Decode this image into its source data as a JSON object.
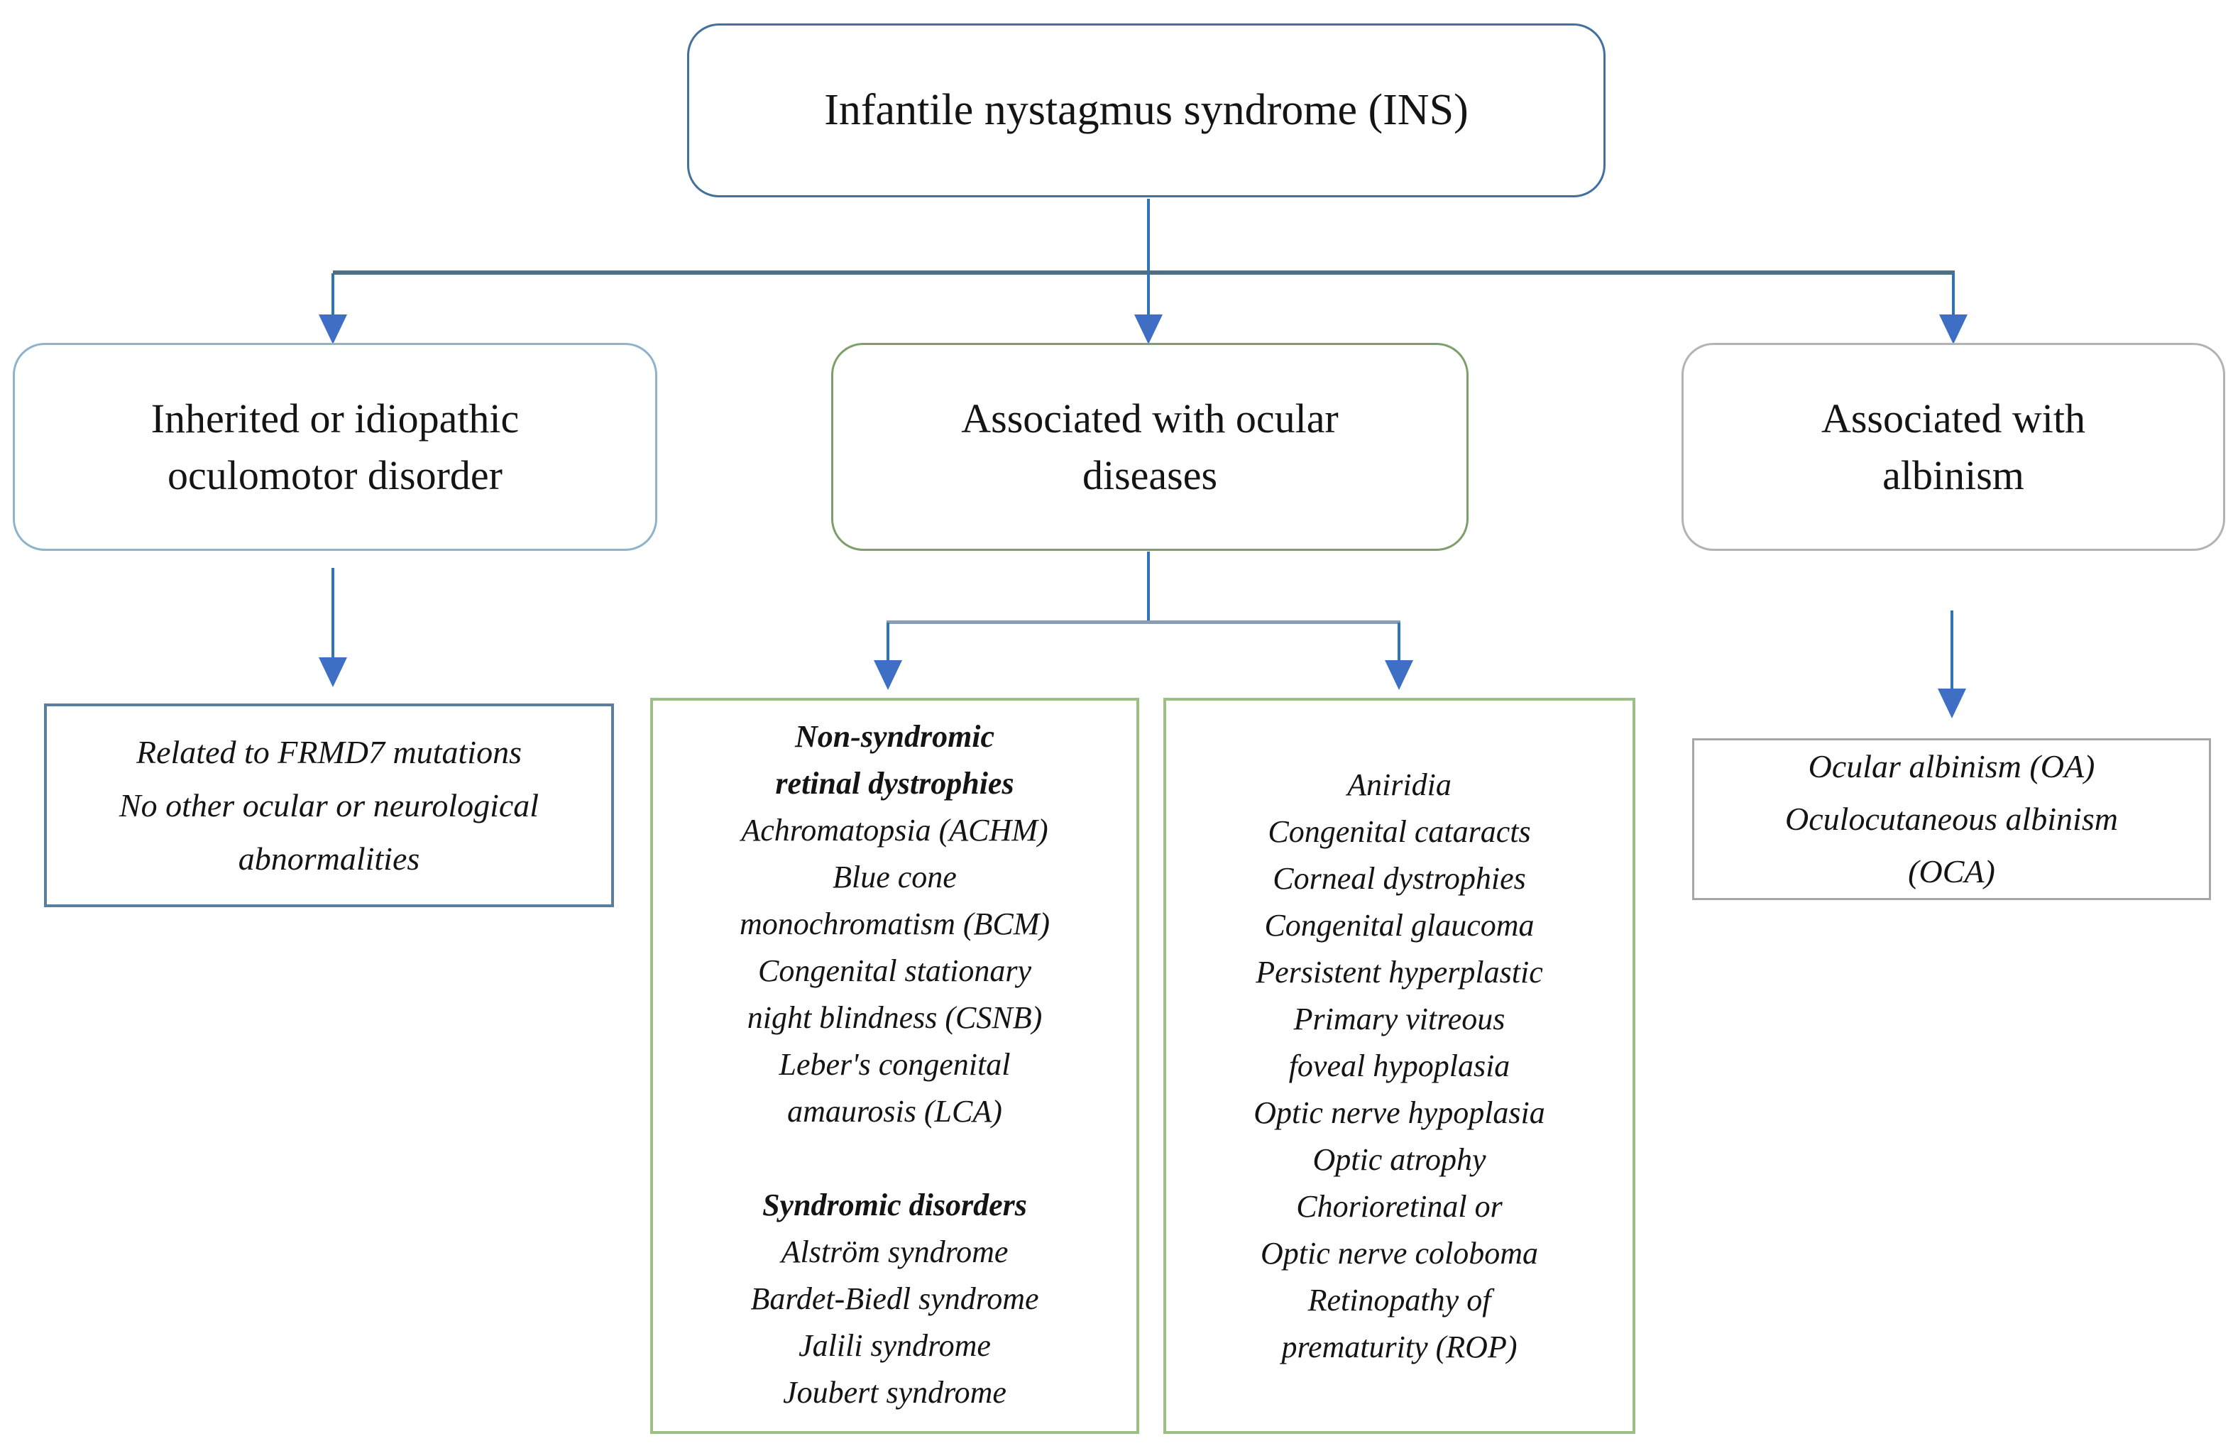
{
  "figure_title": "Infantile nystagmus syndrome (INS) flowchart",
  "title_box": {
    "label": "Infantile nystagmus syndrome (INS)"
  },
  "categories": {
    "inherited": {
      "lines": [
        "Inherited or idiopathic",
        "oculomotor disorder"
      ]
    },
    "ocular": {
      "lines": [
        "Associated with ocular",
        "diseases"
      ]
    },
    "albinism": {
      "lines": [
        "Associated with",
        "albinism"
      ]
    }
  },
  "details": {
    "frmd7": {
      "lines": [
        "Related to FRMD7 mutations",
        "No other ocular or neurological",
        "abnormalities"
      ]
    },
    "retinal": {
      "heading1": [
        "Non-syndromic",
        "retinal dystrophies"
      ],
      "items1": [
        "Achromatopsia (ACHM)",
        "Blue cone",
        "monochromatism (BCM)",
        "Congenital stationary",
        "night blindness (CSNB)",
        "Leber's congenital",
        "amaurosis (LCA)"
      ],
      "heading2": "Syndromic disorders",
      "items2": [
        "Alström syndrome",
        "Bardet-Biedl syndrome",
        "Jalili syndrome",
        "Joubert syndrome"
      ]
    },
    "ocular_diseases": {
      "lines": [
        "Aniridia",
        "Congenital cataracts",
        "Corneal dystrophies",
        "Congenital glaucoma",
        "Persistent hyperplastic",
        "Primary vitreous",
        "foveal hypoplasia",
        "Optic nerve hypoplasia",
        "Optic atrophy",
        "Chorioretinal or",
        "Optic nerve coloboma",
        "Retinopathy of",
        "prematurity (ROP)"
      ]
    },
    "albinism_types": {
      "lines": [
        "Ocular albinism (OA)",
        "Oculocutaneous albinism",
        "(OCA)"
      ]
    }
  },
  "colors": {
    "connector_blue": "#2E75B6",
    "arrowhead_blue": "#3E6FC4",
    "main_rail": "#4D7086",
    "sub_rail": "#8B9DB4",
    "title_border": "#41719C",
    "inherited_border": "#8FB3CC",
    "ocular_border": "#7F9F6A",
    "albinism_border": "#B3B3B3",
    "frmd7_border": "#5A7E9E",
    "green_detail_border": "#9CC083",
    "albinism_detail_border": "#A6A6A6",
    "text": "#141414",
    "background": "#FFFFFF"
  }
}
